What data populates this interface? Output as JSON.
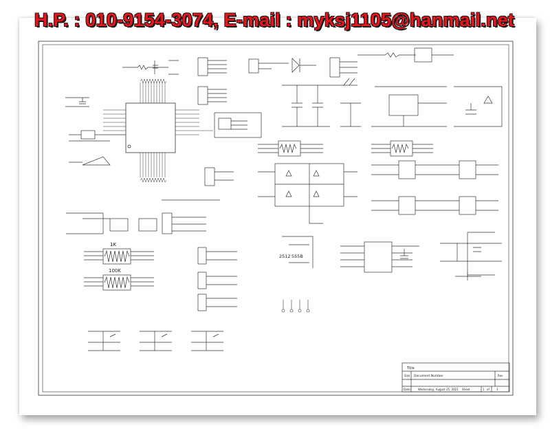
{
  "header": {
    "contact": "H.P. :  010-9154-3074,  E-mail : myksj1105@hanmail.net"
  },
  "labels": {
    "tr_1k": "1K",
    "tr_100k": "100K",
    "chip_2512": "2512",
    "chip_555b": "555B"
  },
  "title_block": {
    "title_label": "Title",
    "doc_label": "Document Number",
    "date_label": "Date:",
    "date_value": "Wednesday, August 25, 2021",
    "sheet_label": "Sheet",
    "sheet_value": "1",
    "of_label": "of",
    "of_value": "1",
    "size_label": "Size",
    "rev_label": "Rev"
  },
  "colors": {
    "header_text": "#e8141b",
    "header_outline": "#1a1a1a",
    "wire": "#333333"
  }
}
